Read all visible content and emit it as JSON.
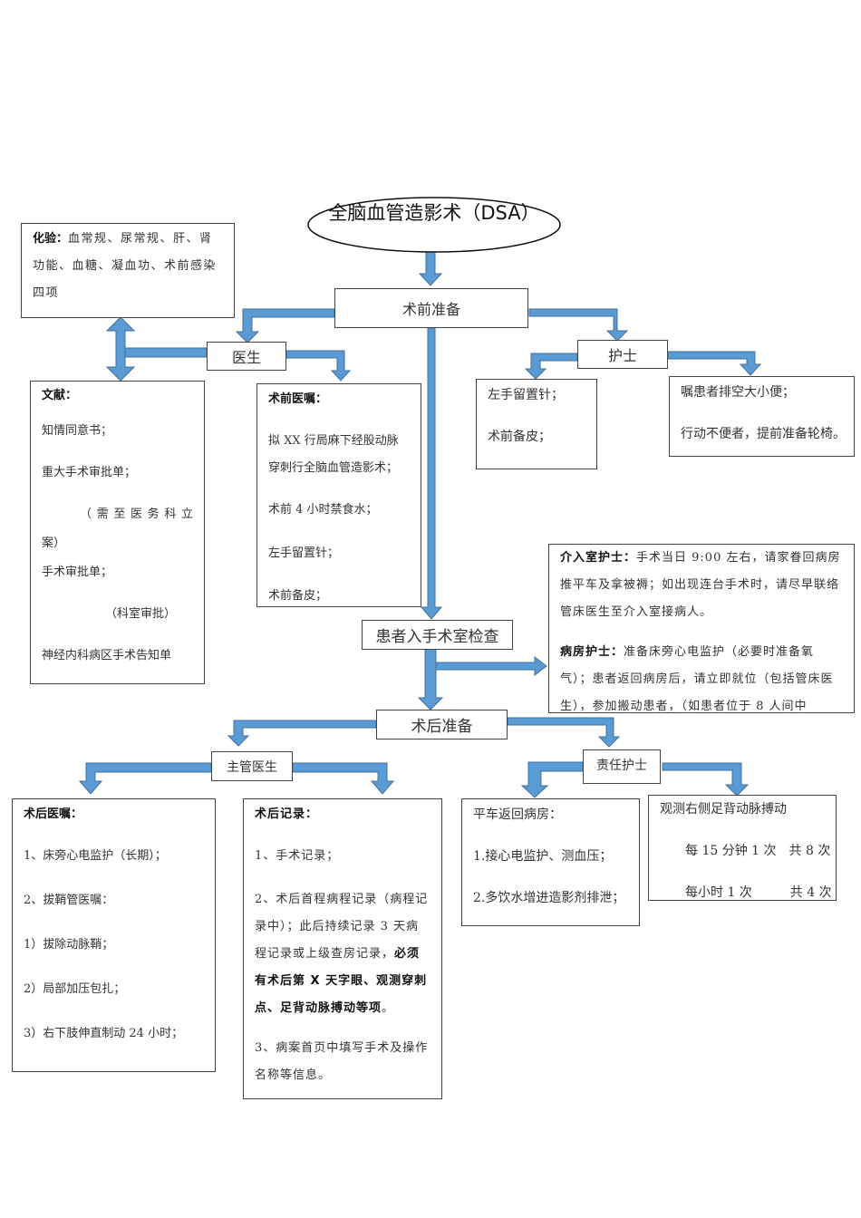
{
  "title": "全脑血管造影术（DSA）",
  "colors": {
    "arrow_fill": "#5b9bd5",
    "arrow_stroke": "#41719c",
    "box_border": "#444444"
  },
  "pre_op": {
    "label": "术前准备",
    "doctor": {
      "label": "医生",
      "lab_tests": {
        "heading": "化验：",
        "text": "血常规、尿常规、肝、肾功能、血糖、凝血功、术前感染四项"
      },
      "documents": {
        "heading": "文献：",
        "lines": [
          "知情同意书；",
          "重大手术审批单；",
          "（需至医务科立",
          "案）",
          "手术审批单；",
          "（科室审批）",
          "神经内科病区手术告知单"
        ]
      },
      "orders": {
        "heading": "术前医嘱：",
        "lines": [
          "拟 XX 行局麻下经股动脉",
          "穿刺行全脑血管造影术；",
          "术前 4 小时禁食水；",
          "左手留置针；",
          "术前备皮；"
        ]
      }
    },
    "nurse": {
      "label": "护士",
      "left_box": [
        "左手留置针；",
        "术前备皮；"
      ],
      "right_box": [
        "嘱患者排空大小便；",
        "行动不便者，提前准备轮椅。"
      ]
    }
  },
  "enter_room": {
    "label": "患者入手术室检查",
    "notes": {
      "interventional_heading": "介入室护士：",
      "interventional_text": "手术当日 9:00 左右，请家眷回病房推平车及拿被褥；如出现连台手术时，请尽早联络管床医生至介入室接病人。",
      "ward_heading": "病房护士：",
      "ward_text": "准备床旁心电监护（必要时准备氧气）；患者返回病房后，请立即就位（包括管床医生），参加搬动患者，（如患者位于 8 人间中"
    }
  },
  "post_op": {
    "label": "术后准备",
    "attending": {
      "label": "主管医生",
      "orders": {
        "heading": "术后医嘱：",
        "lines": [
          "1、床旁心电监护（长期）；",
          "2、拔鞘管医嘱：",
          "1）拔除动脉鞘；",
          "2）局部加压包扎；",
          "3）右下肢伸直制动 24 小时；"
        ]
      },
      "records": {
        "heading": "术后记录：",
        "item1": "1、手术记录；",
        "item2_plain": "2、术后首程病程记录（病程记录中）；此后持续记录 3 天病程记录或上级查房记录，",
        "item2_bold": "必须有术后第 X 天字眼、观测穿刺点、足背动脉搏动等项",
        "item2_end": "。",
        "item3": "3、病案首页中填写手术及操作名称等信息。"
      }
    },
    "nurse": {
      "label": "责任护士",
      "left_box": [
        "平车返回病房：",
        "1.接心电监护、测血压；",
        "2.多饮水增进造影剂排泄；"
      ],
      "right_box": [
        "观测右侧足背动脉搏动",
        "每 15 分钟 1 次　共 8 次",
        "每小时 1 次　　　共 4 次"
      ]
    }
  }
}
